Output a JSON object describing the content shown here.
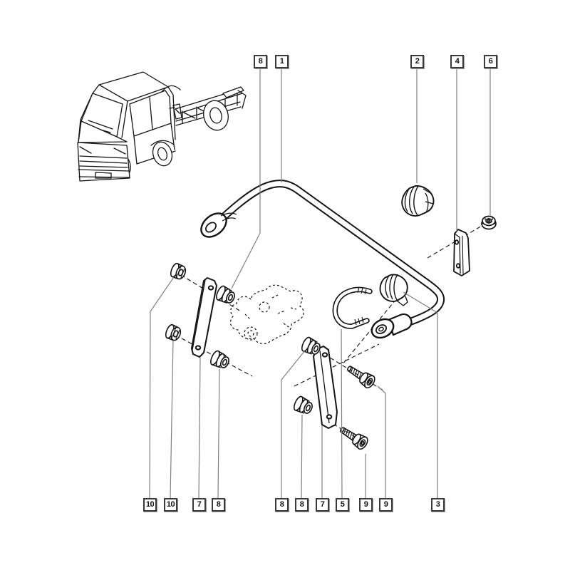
{
  "diagram": {
    "type": "exploded-parts-diagram",
    "callouts_top": [
      {
        "label": "8"
      },
      {
        "label": "1"
      },
      {
        "label": "2"
      },
      {
        "label": "4"
      },
      {
        "label": "6"
      }
    ],
    "callouts_bottom": [
      {
        "label": "10"
      },
      {
        "label": "10"
      },
      {
        "label": "7"
      },
      {
        "label": "8"
      },
      {
        "label": "8"
      },
      {
        "label": "8"
      },
      {
        "label": "7"
      },
      {
        "label": "5"
      },
      {
        "label": "9"
      },
      {
        "label": "9"
      },
      {
        "label": "3"
      }
    ],
    "colors": {
      "line": "#141414",
      "leader": "#808080",
      "background": "#ffffff"
    }
  }
}
